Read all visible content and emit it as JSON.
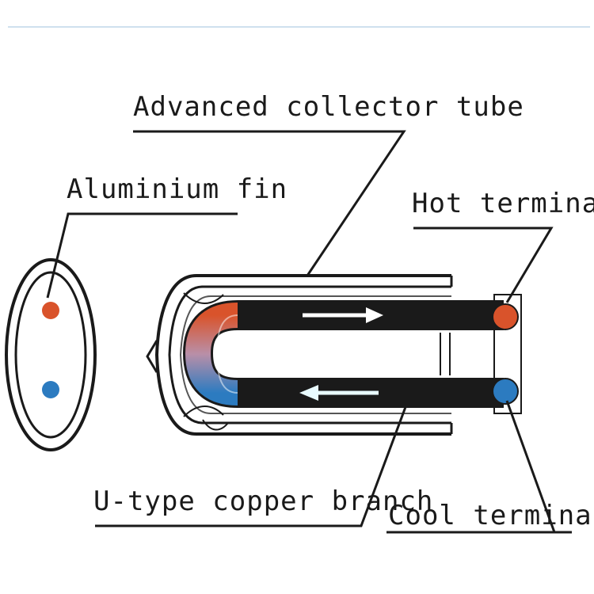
{
  "labels": {
    "advanced_collector_tube": "Advanced collector tube",
    "aluminium_fin": "Aluminium fin",
    "hot_terminal": "Hot terminal",
    "u_type_copper_branch": "U-type copper branch",
    "cool_terminal": "Cool terminal"
  },
  "colors": {
    "hot": "#d9532b",
    "cool": "#2c7bc0",
    "outline": "#1a1a1a",
    "top_rule": "#cfe0ee"
  }
}
